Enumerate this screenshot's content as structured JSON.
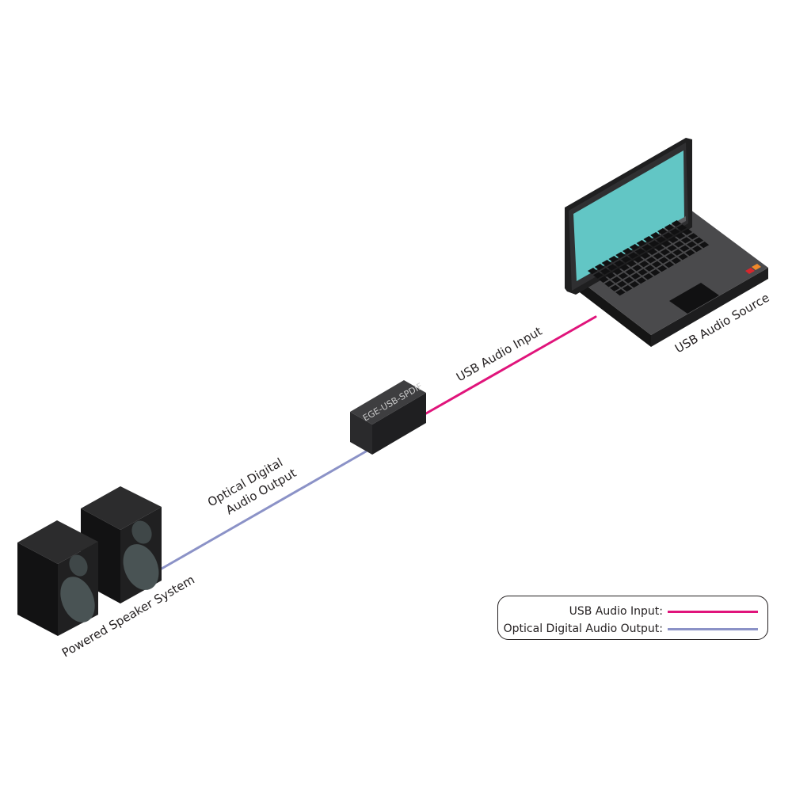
{
  "diagram": {
    "devices": {
      "laptop": {
        "label": "USB Audio Source",
        "screen_color": "#62c6c5",
        "led_colors": [
          "#d8262c",
          "#f0892a"
        ]
      },
      "converter": {
        "label": "EGE-USB-SPDIF"
      },
      "speakers": {
        "label": "Powered Speaker System"
      }
    },
    "connections": {
      "usb": {
        "label": "USB Audio Input",
        "color": "#e0147b"
      },
      "optical": {
        "label_line1": "Optical Digital",
        "label_line2": "Audio Output",
        "color": "#8b92c7"
      }
    }
  },
  "legend": {
    "items": [
      {
        "label": "USB Audio Input:",
        "color": "#e0147b"
      },
      {
        "label": "Optical Digital Audio Output:",
        "color": "#8b92c7"
      }
    ]
  }
}
